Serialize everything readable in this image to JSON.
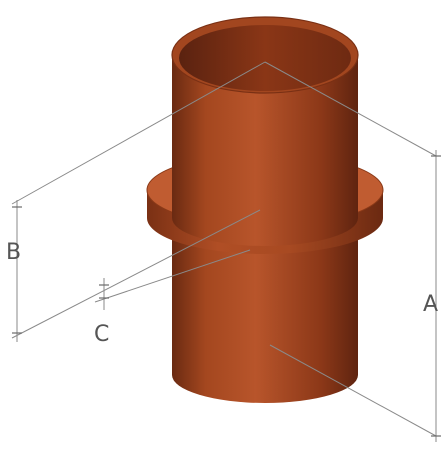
{
  "diagram": {
    "dimension_labels": {
      "a": "A",
      "b": "B",
      "c": "C"
    },
    "colors": {
      "pipe_body": "#9a3f1c",
      "pipe_highlight": "#b8552b",
      "pipe_shadow": "#5f2410",
      "flange_top": "#bf5a30",
      "interior": "#7d2f13",
      "dimension_lines": "#8a8a8a",
      "label_text": "#555555"
    }
  }
}
